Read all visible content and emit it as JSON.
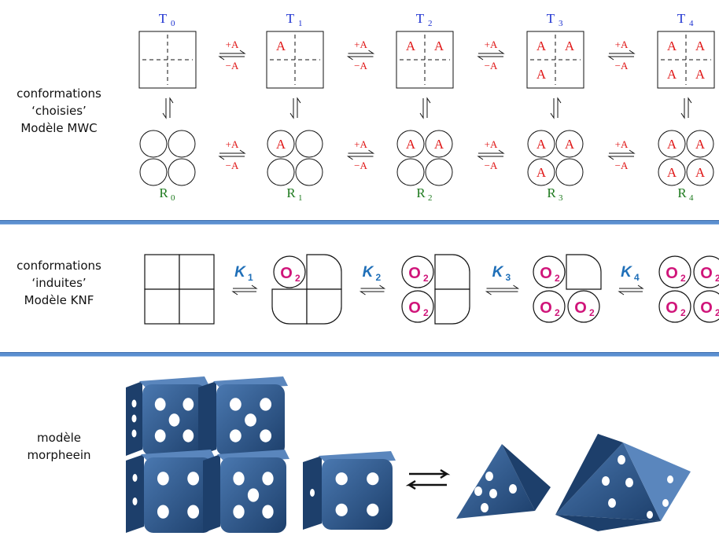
{
  "mwc": {
    "label_lines": [
      "conformations",
      "‘choisies’",
      "Modèle MWC"
    ],
    "t_states": [
      "0",
      "1",
      "2",
      "3",
      "4"
    ],
    "r_states": [
      "0",
      "1",
      "2",
      "3",
      "4"
    ],
    "t_letter": "T",
    "r_letter": "R",
    "ligand": "A",
    "plus": "+A",
    "minus": "−A",
    "colors": {
      "t_label": "#1a2fd0",
      "r_label": "#1e7a1e",
      "ligand": "#e01818",
      "arrow_text": "#e01818"
    }
  },
  "knf": {
    "label_lines": [
      "conformations",
      "‘induites’",
      "Modèle KNF"
    ],
    "k_letter": "K",
    "k_subs": [
      "1",
      "2",
      "3",
      "4"
    ],
    "ligand": "O",
    "ligand_sub": "2",
    "colors": {
      "k": "#1f6fb8",
      "ligand": "#d0157a"
    }
  },
  "morph": {
    "label_lines": [
      "modèle",
      "morpheein"
    ],
    "colors": {
      "die": "#2f5d94",
      "die_dark": "#1d3f6b",
      "pip": "#ffffff"
    }
  },
  "colors": {
    "divider": "#5b8fd0",
    "line": "#111111"
  }
}
